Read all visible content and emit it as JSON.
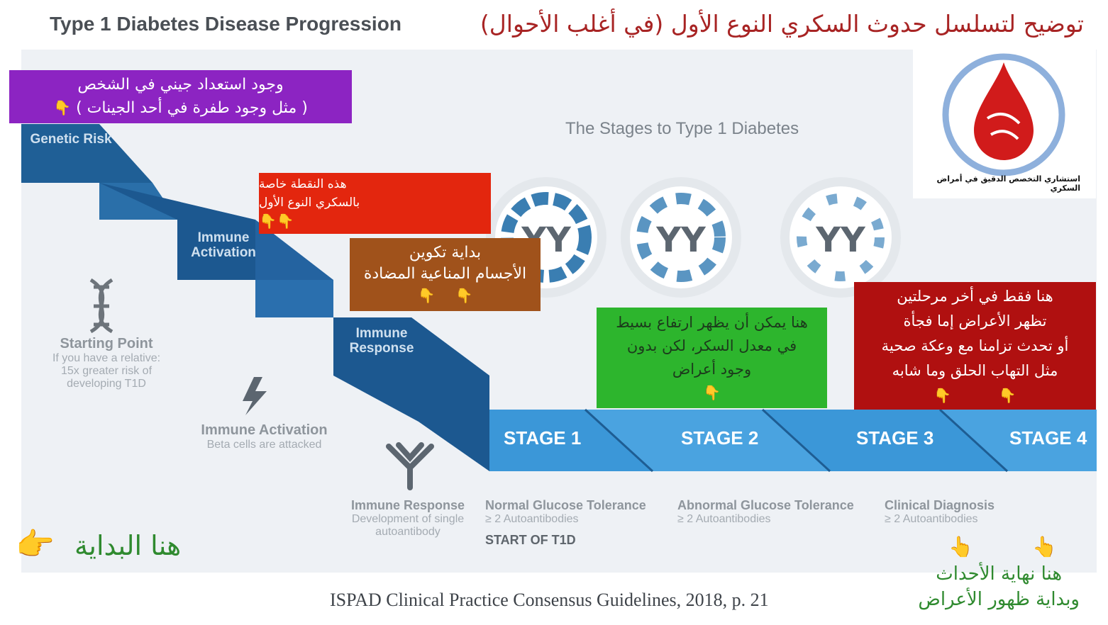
{
  "header": {
    "title_en": "Type 1 Diabetes Disease Progression",
    "title_ar": "توضيح لتسلسل حدوث السكري النوع الأول (في أغلب الأحوال)"
  },
  "diagram": {
    "subtitle": "The Stages to Type 1 Diabetes",
    "steps": {
      "genetic_risk": "Genetic Risk",
      "immune_activation": "Immune Activation",
      "immune_response": "Immune Response"
    },
    "stages": [
      "STAGE 1",
      "STAGE 2",
      "STAGE 3",
      "STAGE 4"
    ],
    "starting_point": {
      "title": "Starting Point",
      "line1": "If you have a relative:",
      "line2": "15x greater risk of",
      "line3": "developing T1D"
    },
    "immune_activation_legend": {
      "title": "Immune Activation",
      "sub": "Beta cells are attacked"
    },
    "immune_response_legend": {
      "title": "Immune Response",
      "line1": "Development of single",
      "line2": "autoantibody"
    },
    "stage_info": [
      {
        "title": "Normal Glucose Tolerance",
        "sub": "≥ 2 Autoantibodies",
        "extra": "START OF T1D"
      },
      {
        "title": "Abnormal Glucose Tolerance",
        "sub": "≥ 2 Autoantibodies"
      },
      {
        "title": "Clinical Diagnosis",
        "sub": "≥ 2 Autoantibodies"
      }
    ],
    "citation": "ISPAD Clinical Practice Consensus Guidelines, 2018, p. 21"
  },
  "annotations": {
    "purple": {
      "line1": "وجود استعداد جيني في الشخص",
      "line2": "( مثل وجود طفرة في أحد الجينات )"
    },
    "red": {
      "line1": "هذه النقطة خاصة",
      "line2": "بالسكري النوع الأول"
    },
    "brown": {
      "line1": "بداية تكوين",
      "line2": "الأجسام المناعية المضادة"
    },
    "green": {
      "line1": "هنا يمكن أن يظهر ارتفاع بسيط",
      "line2": "في معدل السكر، لكن بدون",
      "line3": "وجود أعراض"
    },
    "darkred": {
      "line1": "هنا فقط في أخر مرحلتين",
      "line2": "تظهر الأعراض إما فجأة",
      "line3": "أو تحدث تزامنا مع وعكة صحية",
      "line4": "مثل التهاب الحلق وما شابه"
    },
    "start_here": "هنا البداية",
    "end_line1": "هنا نهاية الأحداث",
    "end_line2": "وبداية ظهور الأعراض"
  },
  "logo": {
    "caption": "استشاري التخصص الدقيق في أمراض السكري"
  },
  "emoji": {
    "point_down": "👇",
    "point_right": "👉",
    "point_up": "👆"
  },
  "colors": {
    "stair_dark": "#1f5f96",
    "stair_mid": "#3f82c0",
    "stage_band": "#3b97d8",
    "purple": "#8c24c2",
    "red": "#e3260e",
    "brown": "#a0521b",
    "green": "#2db52d",
    "darkred": "#b01010",
    "arabic_title": "#a82424",
    "arabic_green": "#2f8a2f"
  }
}
